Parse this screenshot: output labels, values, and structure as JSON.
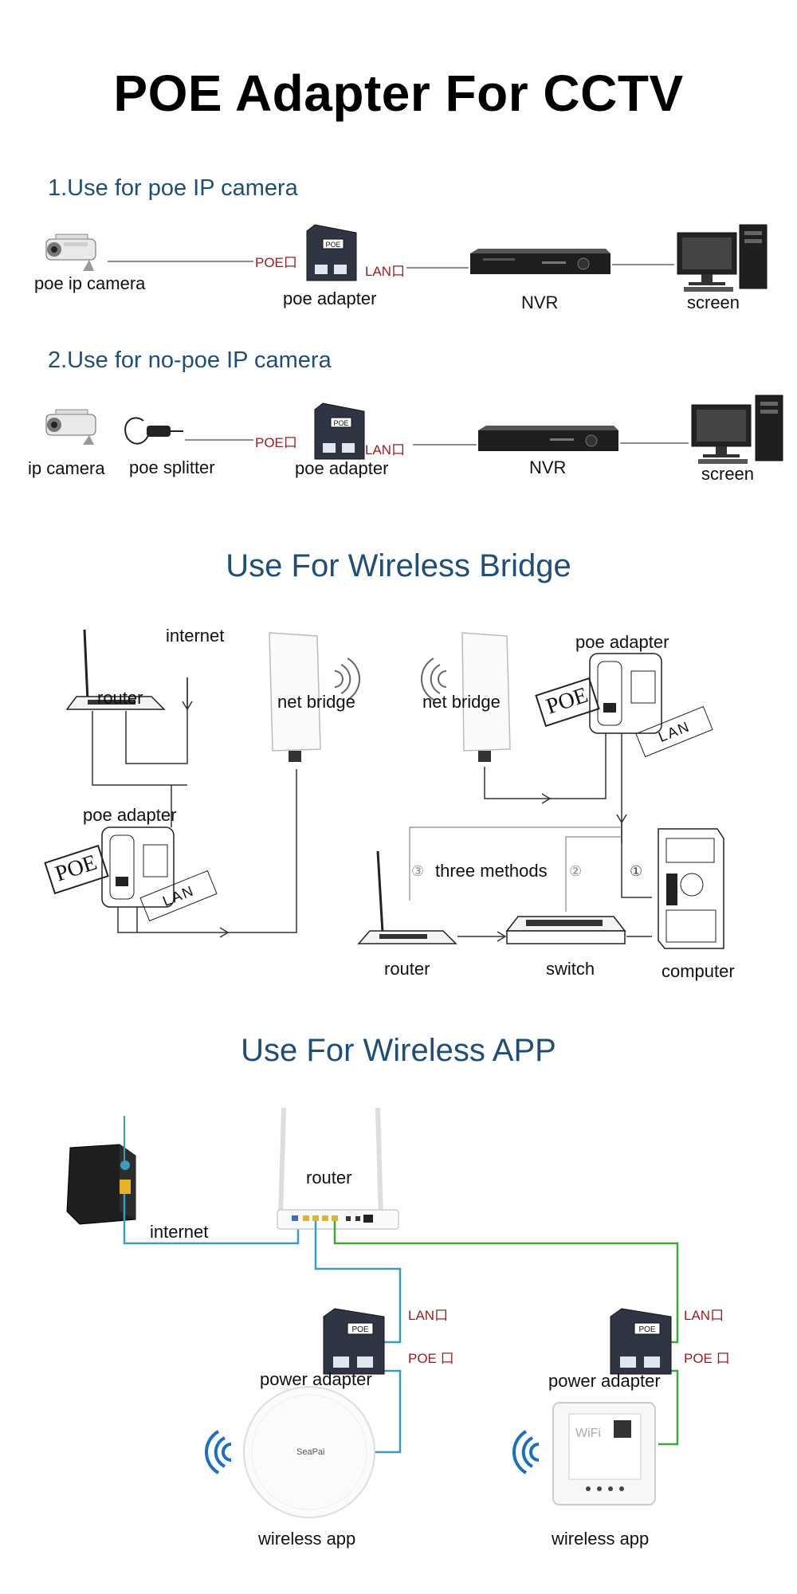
{
  "title": "POE Adapter For CCTV",
  "section1": {
    "heading": "1.Use for poe IP camera",
    "labels": {
      "camera": "poe ip camera",
      "adapter": "poe adapter",
      "nvr": "NVR",
      "screen": "screen"
    },
    "ports": {
      "poe": "POE口",
      "lan": "LAN口"
    }
  },
  "section2": {
    "heading": "2.Use for no-poe IP camera",
    "labels": {
      "camera": "ip camera",
      "splitter": "poe splitter",
      "adapter": "poe adapter",
      "nvr": "NVR",
      "screen": "screen"
    },
    "ports": {
      "poe": "POE口",
      "lan": "LAN口"
    }
  },
  "bridge": {
    "heading": "Use For Wireless Bridge",
    "labels": {
      "internet": "internet",
      "router_top": "router",
      "net_bridge_left": "net bridge",
      "net_bridge_right": "net bridge",
      "poe_adapter_left": "poe adapter",
      "poe_adapter_right": "poe adapter",
      "three_methods": "three methods",
      "router_bottom": "router",
      "switch": "switch",
      "computer": "computer"
    },
    "stickers": {
      "poe": "POE",
      "lan": "LAN"
    },
    "method_nums": [
      "③",
      "②",
      "①"
    ]
  },
  "app": {
    "heading": "Use For Wireless APP",
    "labels": {
      "router": "router",
      "internet": "internet",
      "power_adapter_left": "power adapter",
      "power_adapter_right": "power adapter",
      "wireless_app_left": "wireless app",
      "wireless_app_right": "wireless app"
    },
    "ports": {
      "lan": "LAN口",
      "poe": "POE 口"
    },
    "ap_brand": "SeaPai",
    "panel_text": "WiFi"
  },
  "device_badge": "POE",
  "colors": {
    "heading": "#1f4e79",
    "port_label": "#9b1c1c",
    "blue_cable": "#3a9bbf",
    "green_cable": "#3aaa35",
    "line": "#333333"
  }
}
